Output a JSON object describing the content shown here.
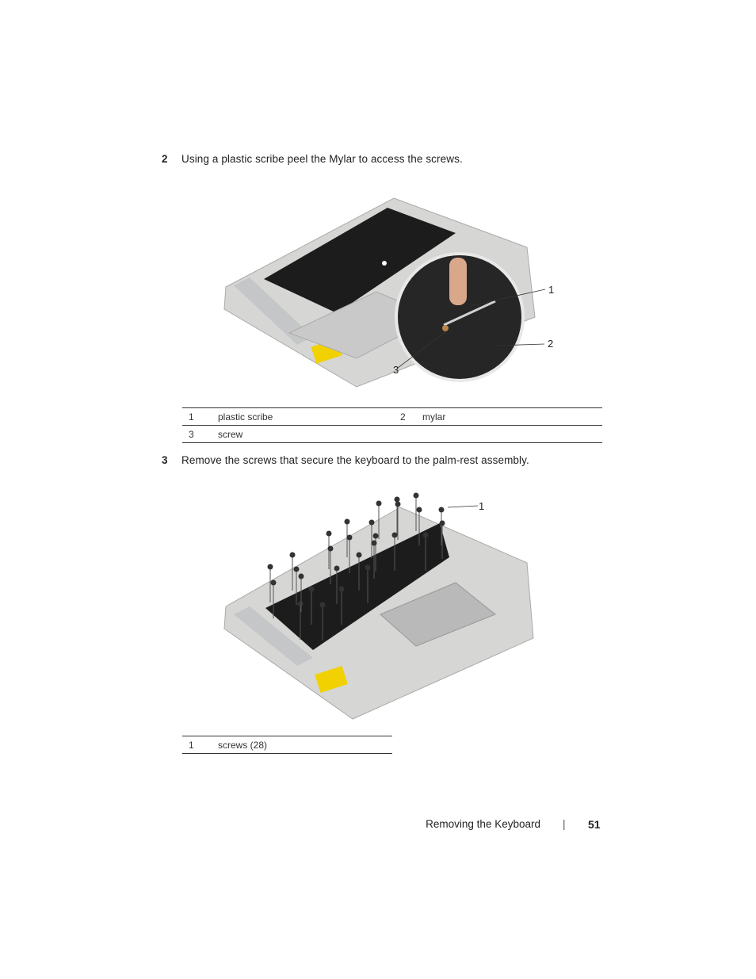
{
  "step2": {
    "number": "2",
    "text": "Using a plastic scribe peel the Mylar to access the screws."
  },
  "figure1": {
    "callouts": [
      "1",
      "2",
      "3"
    ],
    "legend": [
      [
        {
          "num": "1",
          "label": "plastic scribe"
        },
        {
          "num": "2",
          "label": "mylar"
        }
      ],
      [
        {
          "num": "3",
          "label": "screw"
        }
      ]
    ]
  },
  "step3": {
    "number": "3",
    "text": "Remove the screws that secure the keyboard to the palm-rest assembly."
  },
  "figure2": {
    "callouts": [
      "1"
    ],
    "legend": [
      {
        "num": "1",
        "label": "screws (28)"
      }
    ]
  },
  "footer": {
    "title": "Removing the Keyboard",
    "separator": "|",
    "page": "51"
  },
  "colors": {
    "chassis": "#d6d6d4",
    "keyboard": "#1c1c1c",
    "warning_label": "#f2d100"
  }
}
